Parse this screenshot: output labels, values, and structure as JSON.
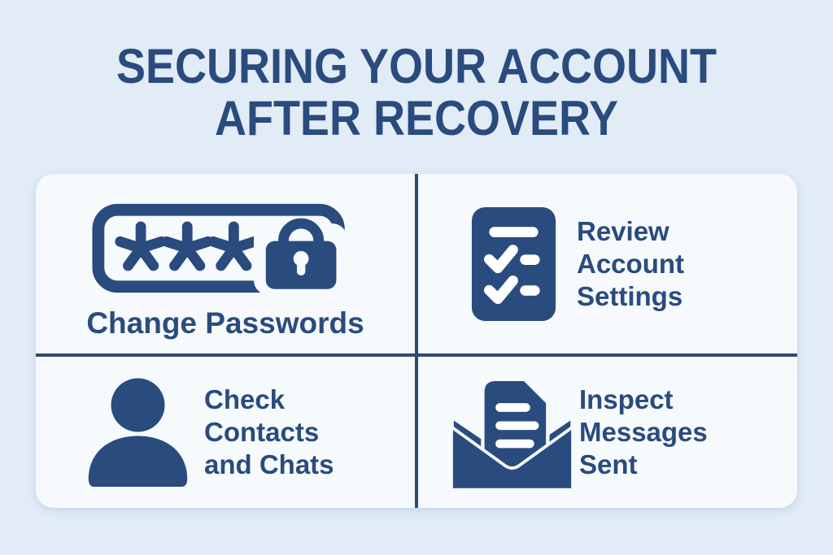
{
  "title": {
    "line1": "SECURING YOUR ACCOUNT",
    "line2": "AFTER RECOVERY"
  },
  "colors": {
    "background": "#e1ecf7",
    "card": "#f6fafd",
    "accent_navy": "#2a4b7e",
    "divider_navy": "#2c4a74"
  },
  "quadrants": [
    {
      "name": "change-passwords",
      "icon": "password-asterisks-lock-icon",
      "lines": [
        "Change Passwords"
      ]
    },
    {
      "name": "review-account-settings",
      "icon": "checklist-document-icon",
      "lines": [
        "Review",
        "Account",
        "Settings"
      ]
    },
    {
      "name": "check-contacts-and-chats",
      "icon": "person-icon",
      "lines": [
        "Check",
        "Contacts",
        "and Chats"
      ]
    },
    {
      "name": "inspect-messages-sent",
      "icon": "open-envelope-letter-icon",
      "lines": [
        "Inspect",
        "Messages",
        "Sent"
      ]
    }
  ]
}
